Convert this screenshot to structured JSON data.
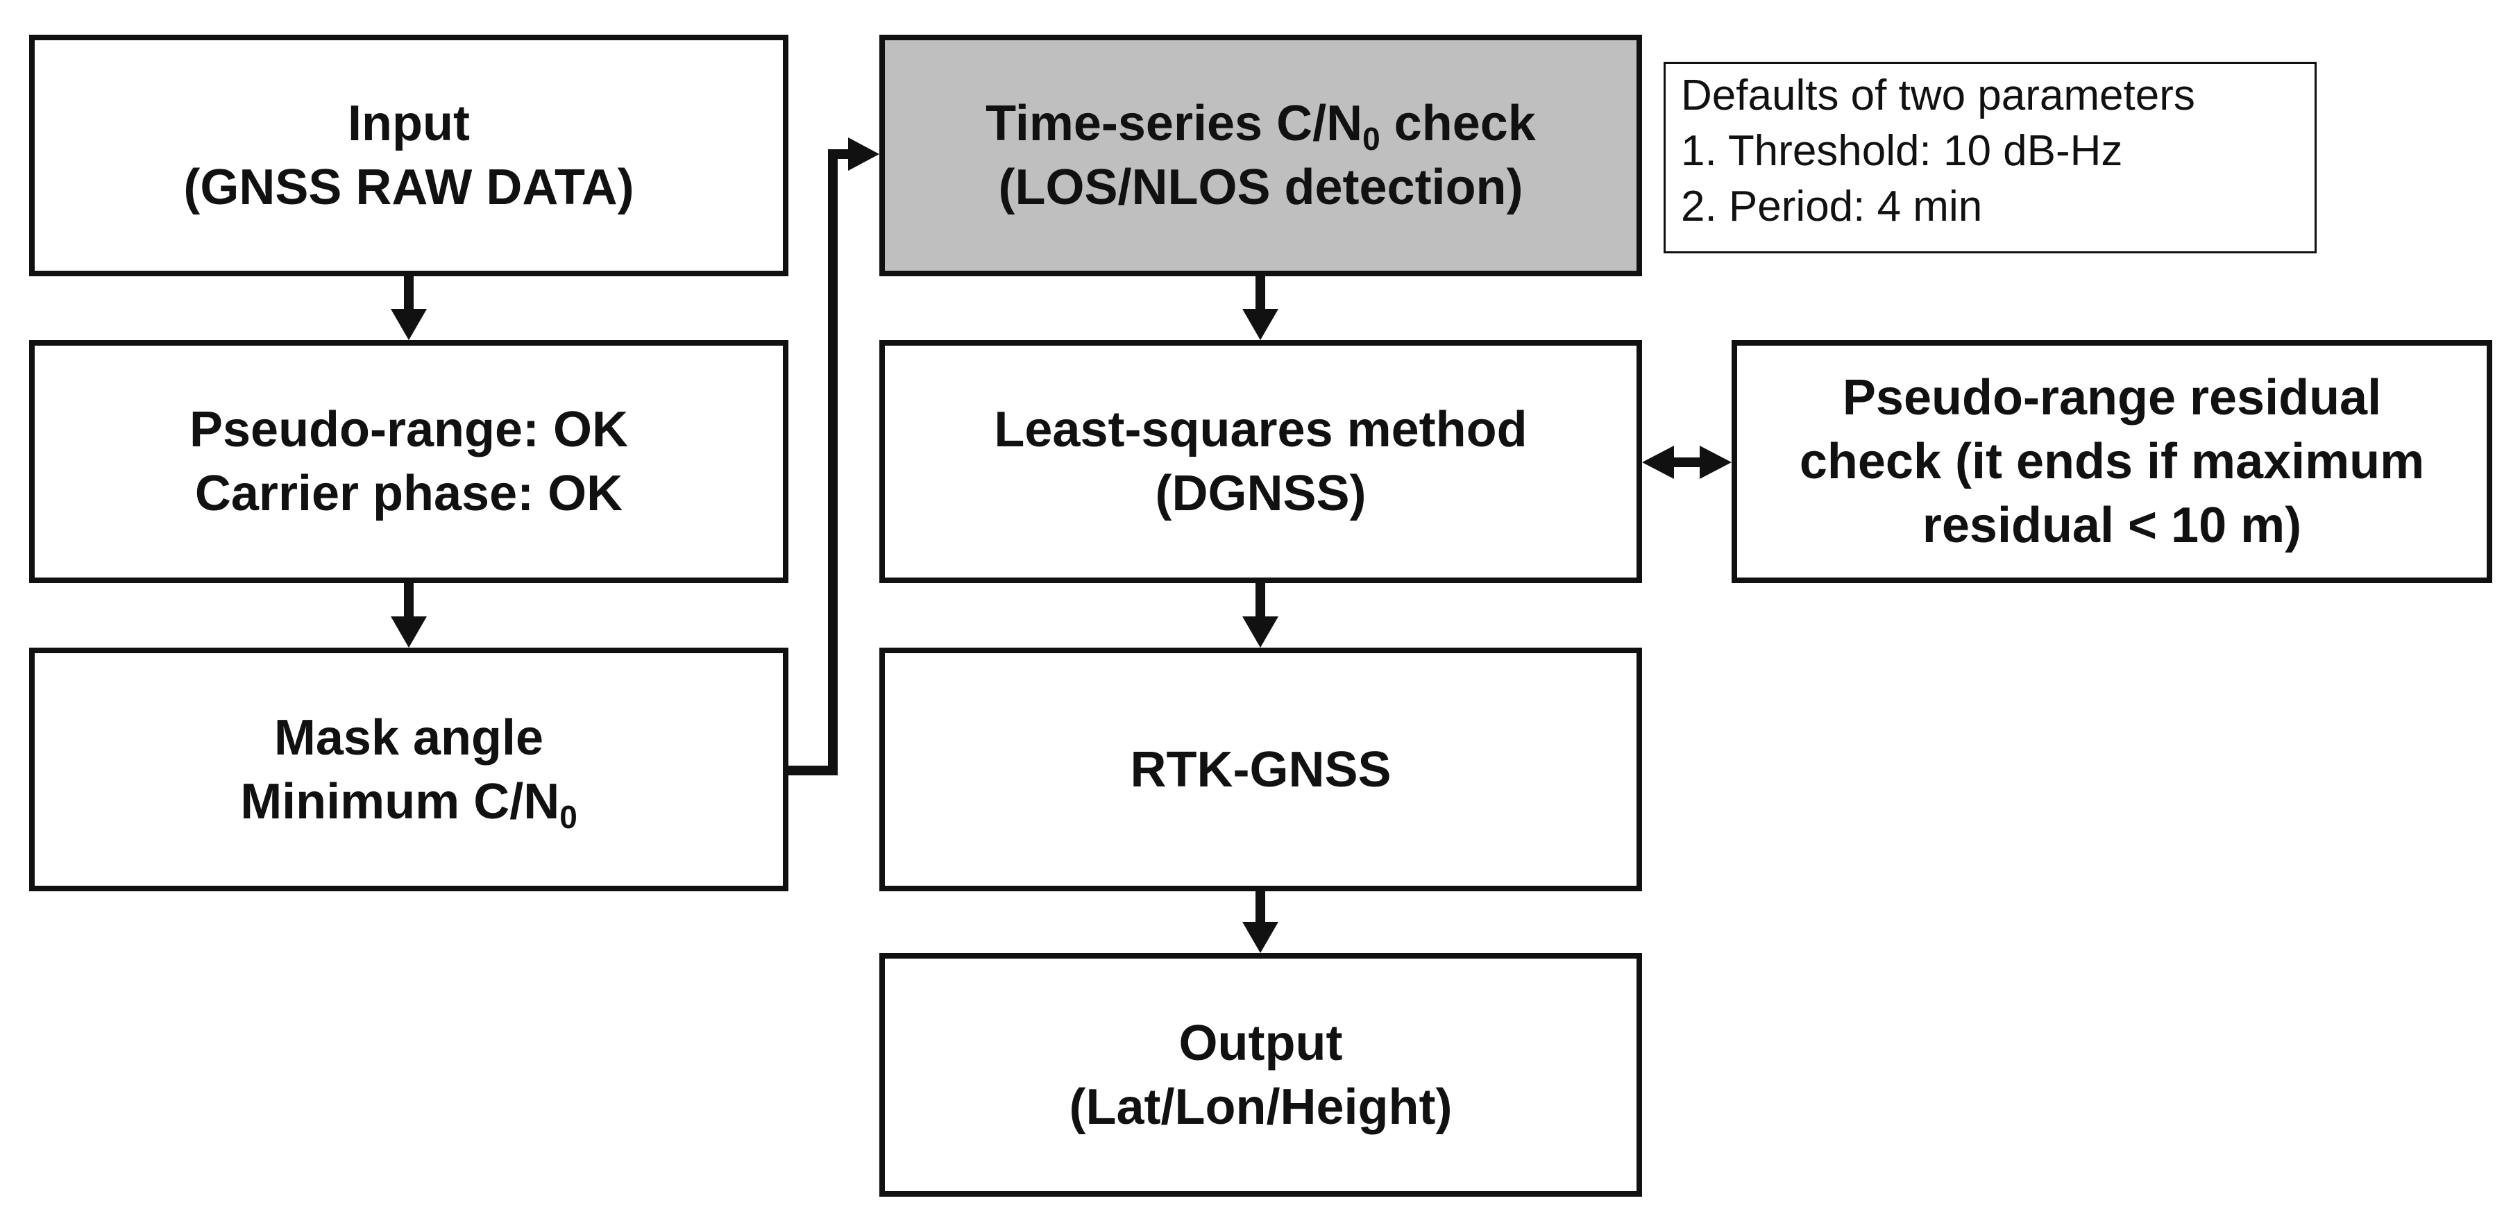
{
  "boxes": {
    "input": {
      "line1": "Input",
      "line2": "(GNSS RAW DATA)"
    },
    "pseudo": {
      "line1": "Pseudo-range: OK",
      "line2": "Carrier phase: OK"
    },
    "mask": {
      "line1": "Mask angle",
      "line2_main": "Minimum C/N",
      "line2_sub": "0"
    },
    "timeseries": {
      "line1_main": "Time-series C/N",
      "line1_sub": "0",
      "line1_tail": " check",
      "line2": "(LOS/NLOS detection)"
    },
    "lsq": {
      "line1": "Least-squares method",
      "line2": "(DGNSS)"
    },
    "rtk": {
      "line1": "RTK-GNSS"
    },
    "output": {
      "line1": "Output",
      "line2": "(Lat/Lon/Height)"
    },
    "residual": {
      "line1": "Pseudo-range residual",
      "line2": "check (it ends if maximum",
      "line3": "residual < 10 m)"
    }
  },
  "note": {
    "line1": "Defaults of two parameters",
    "line2": "1. Threshold: 10 dB-Hz",
    "line3": "2. Period: 4 min"
  },
  "colors": {
    "stroke": "#111111",
    "highlight_box": "#bfbfbf",
    "box_fill": "#ffffff"
  }
}
